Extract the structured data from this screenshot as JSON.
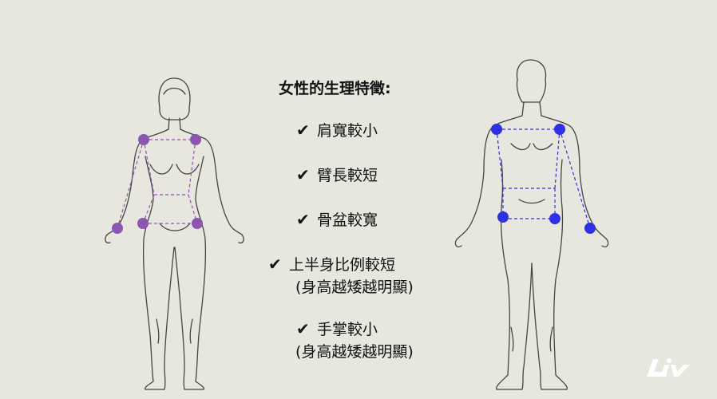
{
  "title": "女性的生理特徵:",
  "items": [
    {
      "check": "✔",
      "text": "肩寬較小"
    },
    {
      "check": "✔",
      "text": "臂長較短"
    },
    {
      "check": "✔",
      "text": "骨盆較寬"
    },
    {
      "check": "✔",
      "text": "上半身比例較短",
      "note": "(身高越矮越明顯)"
    },
    {
      "check": "✔",
      "text": "手掌較小",
      "note": "(身高越矮越明顯)"
    }
  ],
  "colors": {
    "background": "#e8e7df",
    "female_marker": "#8e55b0",
    "male_marker": "#2f2fe6",
    "line": "#555555"
  },
  "icons": {
    "logo": "liv-logo",
    "check": "checkmark-icon"
  }
}
